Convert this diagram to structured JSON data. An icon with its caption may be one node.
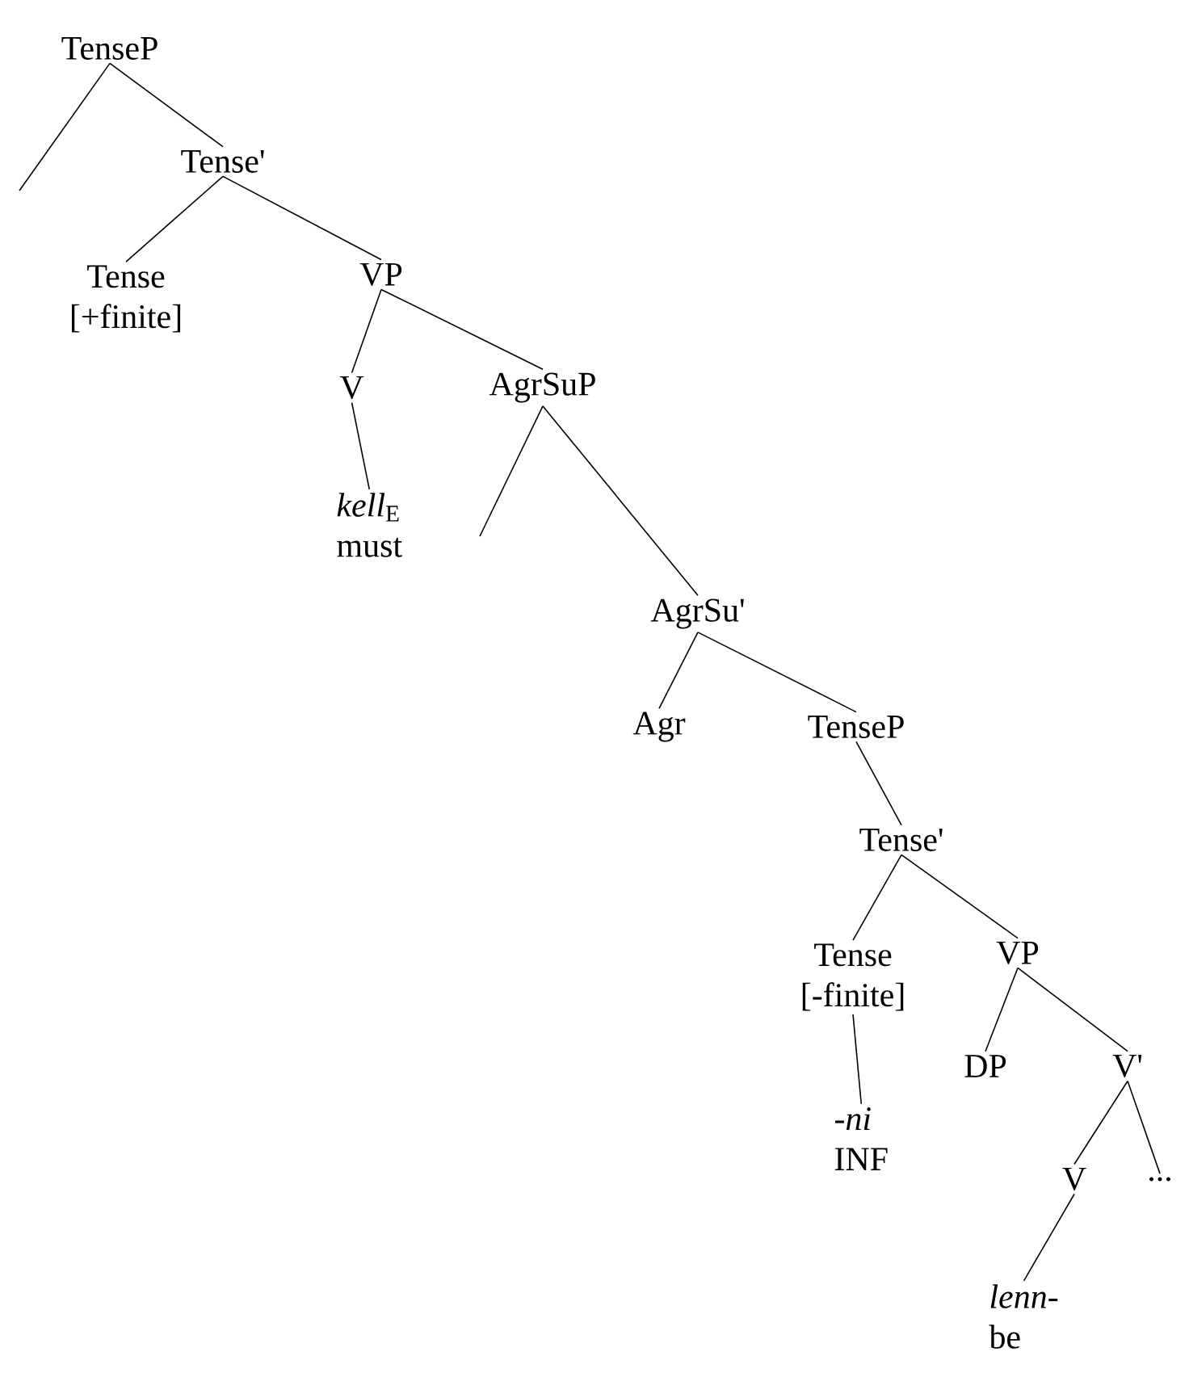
{
  "diagram": {
    "nodes": [
      {
        "text": [
          "TenseP"
        ]
      },
      {
        "text": [
          "Tense'"
        ]
      },
      {
        "text": [
          "Tense",
          "[+finite]"
        ]
      },
      {
        "text": [
          "VP"
        ]
      },
      {
        "text": [
          "V"
        ]
      },
      {
        "text": [
          "*kell*$_{E}$",
          "must"
        ]
      },
      {
        "text": [
          "AgrSuP"
        ]
      },
      {
        "text": [
          "AgrSu'"
        ]
      },
      {
        "text": [
          "Agr"
        ]
      },
      {
        "text": [
          "TenseP"
        ]
      },
      {
        "text": [
          "Tense'"
        ]
      },
      {
        "text": [
          "Tense",
          "[-finite]"
        ]
      },
      {
        "text": [
          "-ni",
          "INF"
        ]
      },
      {
        "text": [
          "VP"
        ]
      },
      {
        "text": [
          "DP"
        ]
      },
      {
        "text": [
          "V'"
        ]
      },
      {
        "text": [
          "V"
        ]
      },
      {
        "text": [
          "..."
        ]
      },
      {
        "text": [
          "lenn-",
          "be"
        ]
      }
    ],
    "edges": [
      {
        "from": 0,
        "to": null,
        "arrow": "none"
      },
      {
        "from": 0,
        "to": 1,
        "arrow": "none"
      },
      {
        "from": 1,
        "to": 2,
        "arrow": "none"
      },
      {
        "from": 1,
        "to": 3,
        "arrow": "none"
      },
      {
        "from": 3,
        "to": 4,
        "arrow": "none"
      },
      {
        "from": 3,
        "to": 6,
        "arrow": "none"
      },
      {
        "from": 4,
        "to": 5,
        "arrow": "none"
      },
      {
        "from": 6,
        "to": null,
        "arrow": "none"
      },
      {
        "from": 6,
        "to": 7,
        "arrow": "none"
      },
      {
        "from": 7,
        "to": 8,
        "arrow": "none"
      },
      {
        "from": 7,
        "to": 9,
        "arrow": "none"
      },
      {
        "from": 9,
        "to": 10,
        "arrow": "none"
      },
      {
        "from": 10,
        "to": 11,
        "arrow": "none"
      },
      {
        "from": 10,
        "to": 13,
        "arrow": "none"
      },
      {
        "from": 11,
        "to": 12,
        "arrow": "none"
      },
      {
        "from": 13,
        "to": 14,
        "arrow": "none"
      },
      {
        "from": 13,
        "to": 15,
        "arrow": "none"
      },
      {
        "from": 15,
        "to": 16,
        "arrow": "none"
      },
      {
        "from": 15,
        "to": 17,
        "arrow": "none"
      },
      {
        "from": 16,
        "to": 18,
        "arrow": "none"
      }
    ]
  }
}
